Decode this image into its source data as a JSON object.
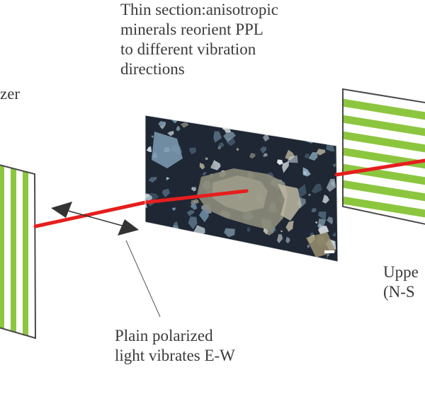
{
  "labels": {
    "lower_polarizer_fragment": "zer",
    "thin_section": {
      "line1": "Thin section:anisotropic",
      "line2": "minerals reorient PPL",
      "line3": "to different vibration",
      "line4": "directions"
    },
    "upper_polarizer_fragment": {
      "line1": "Uppe",
      "line2": "(N-S"
    },
    "ppl_caption": {
      "line1": "Plain polarized",
      "line2": "light vibrates E-W"
    }
  },
  "colors": {
    "polarizer_stripe": "#8cc63f",
    "polarizer_border": "#4a4a4a",
    "light_beam": "#e61e1e",
    "text": "#3a3a3a",
    "arrow": "#333333",
    "leader_line": "#555555",
    "thin_section_bg": "#1e2733",
    "mineral_crystal": "#8a8a78",
    "mineral_grain": "#9bb8cc"
  },
  "icons": {
    "vibration_arrow": "double-headed-arrow-icon"
  }
}
